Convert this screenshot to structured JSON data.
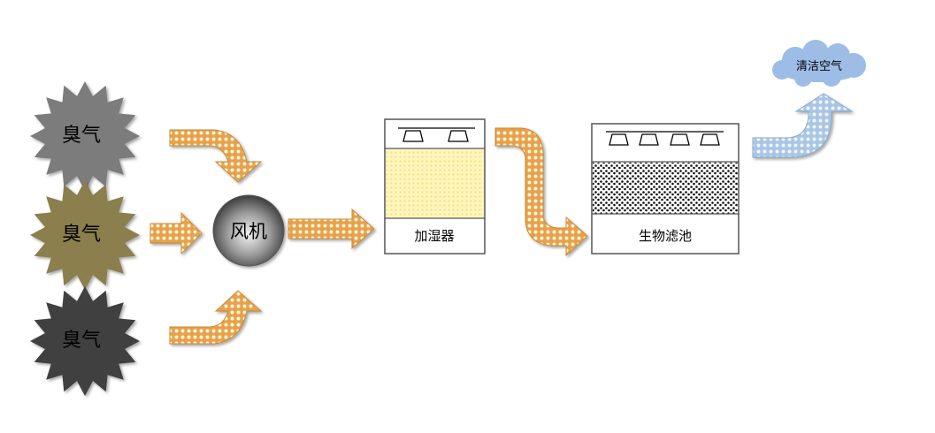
{
  "sources": [
    {
      "label": "臭气",
      "color": "#7c7c7c"
    },
    {
      "label": "臭气",
      "color": "#8a7f4e"
    },
    {
      "label": "臭气",
      "color": "#3f3f3f"
    }
  ],
  "fan": {
    "label": "风机"
  },
  "humidifier": {
    "label": "加湿器",
    "fill_color": "#fff8c4"
  },
  "biofilter": {
    "label": "生物滤池"
  },
  "output": {
    "label": "清洁空气",
    "cloud_color": "#9dbde6"
  },
  "colors": {
    "flow_arrow": "#e39a3c",
    "clean_arrow": "#b8d2ea",
    "box_border": "#555555"
  }
}
